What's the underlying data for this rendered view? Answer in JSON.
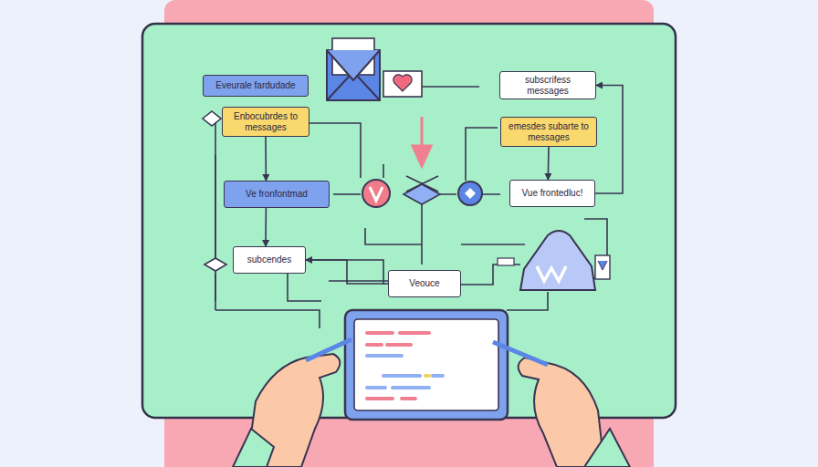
{
  "diagram": {
    "nodes": [
      {
        "text": [
          "Eveurale fardudade"
        ]
      },
      {
        "text": [
          "Enbocubrdes to messages"
        ]
      },
      {
        "text": [
          "subscrifess messages"
        ]
      },
      {
        "text": [
          "emesdes subarte to messages"
        ]
      },
      {
        "text": [
          "Ve fronfontmad"
        ]
      },
      {
        "text": [
          "Vue frontedluc!"
        ]
      },
      {
        "text": [
          "subcendes"
        ]
      },
      {
        "text": [
          "Veouce"
        ]
      }
    ],
    "edges": [
      {
        "from": 1,
        "to": 4,
        "arrow": "to"
      },
      {
        "from": 4,
        "to": 6,
        "arrow": "to"
      },
      {
        "from": 7,
        "to": 6,
        "arrow": "to"
      },
      {
        "from": 3,
        "to": 5,
        "arrow": "to"
      },
      {
        "from": 5,
        "to": 2,
        "arrow": "to"
      }
    ]
  }
}
